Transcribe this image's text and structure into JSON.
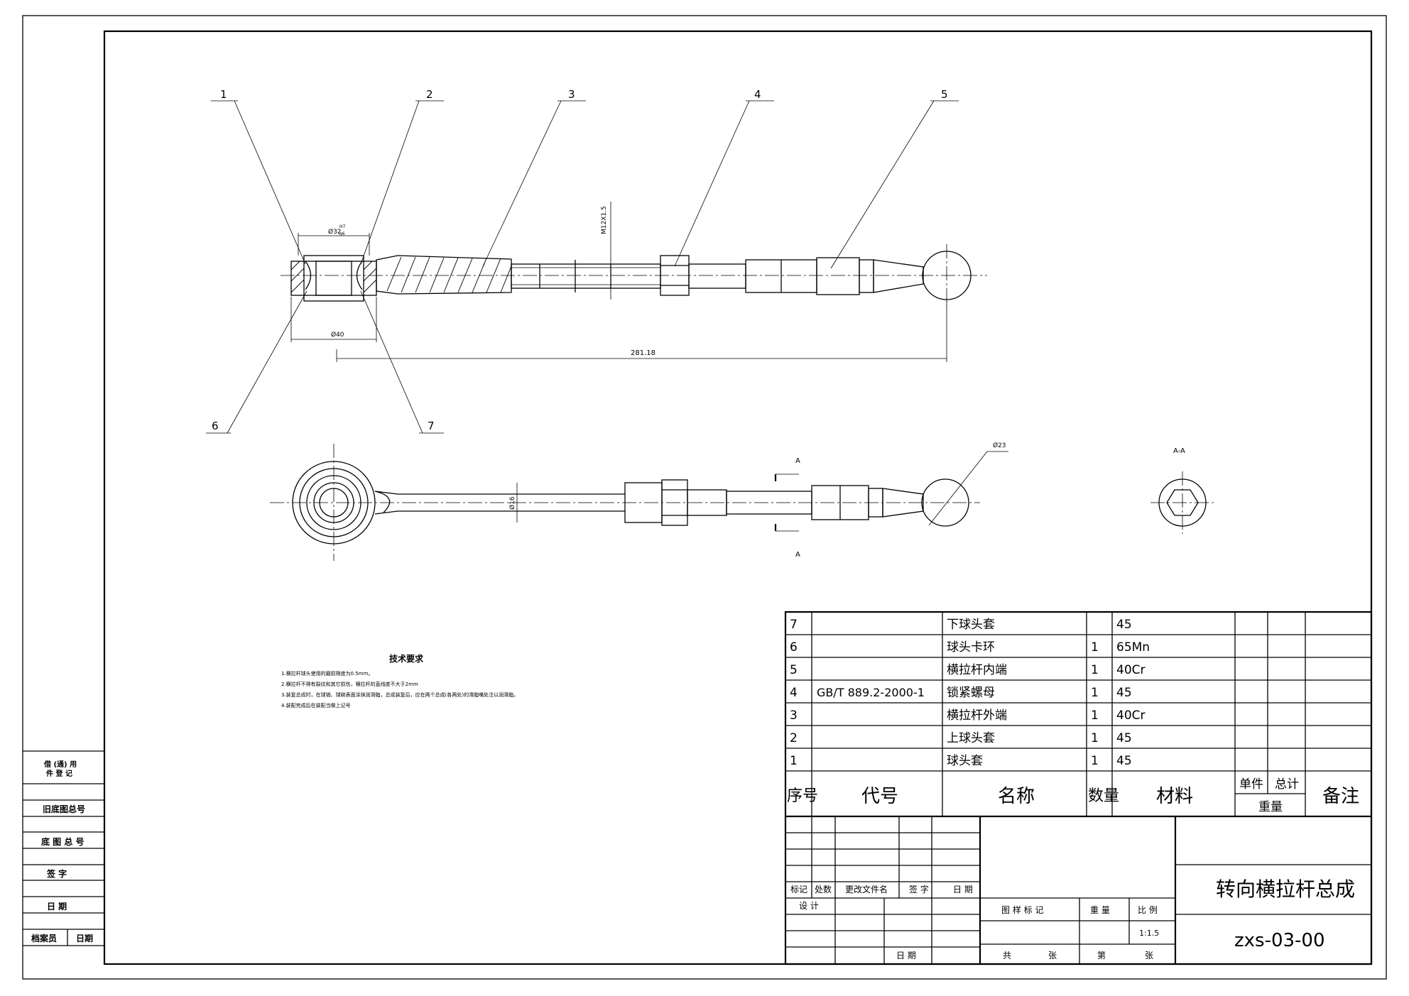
{
  "balloons": [
    "1",
    "2",
    "3",
    "4",
    "5",
    "6",
    "7"
  ],
  "dimensions": {
    "bore": "Ø32",
    "bore_tol_upper": "H7",
    "bore_tol_lower": "g6",
    "thread": "M12X1.5",
    "outer": "Ø40",
    "length": "281.18",
    "rod": "Ø16",
    "ball": "Ø23"
  },
  "section": {
    "mark": "A",
    "view_title": "A-A"
  },
  "tech_requirements": {
    "title": "技术要求",
    "items": [
      "1.横拉杆球头使用的磨损限度为0.5mm。",
      "2.横拉杆不得有裂纹和其它损伤，横拉杆的直线度不大于2mm",
      "3.装复总成时，在球销、球碗表面涂抹润滑脂，总成装复后，应在两个总成(各两处)的滑脂嘴处注以润滑脂。",
      "4.装配完成后在装配当做上记号"
    ]
  },
  "bom": {
    "rows": [
      {
        "no": "7",
        "code": "",
        "name": "下球头套",
        "qty": "",
        "material": "45"
      },
      {
        "no": "6",
        "code": "",
        "name": "球头卡环",
        "qty": "1",
        "material": "65Mn"
      },
      {
        "no": "5",
        "code": "",
        "name": "横拉杆内端",
        "qty": "1",
        "material": "40Cr"
      },
      {
        "no": "4",
        "code": "GB/T 889.2-2000-1",
        "name": "锁紧螺母",
        "qty": "1",
        "material": "45"
      },
      {
        "no": "3",
        "code": "",
        "name": "横拉杆外端",
        "qty": "1",
        "material": "40Cr"
      },
      {
        "no": "2",
        "code": "",
        "name": "上球头套",
        "qty": "1",
        "material": "45"
      },
      {
        "no": "1",
        "code": "",
        "name": "球头套",
        "qty": "1",
        "material": "45"
      }
    ],
    "header": {
      "no": "序号",
      "code": "代号",
      "name": "名称",
      "qty": "数量",
      "material": "材料",
      "unit": "单件",
      "total": "总计",
      "weight": "重量",
      "remark": "备注"
    }
  },
  "title_block": {
    "mark": "标记",
    "count": "处数",
    "change_doc": "更改文件名",
    "sign": "签 字",
    "date": "日 期",
    "design": "设 计",
    "date2": "日 期",
    "sample_mark": "图 样 标 记",
    "weight": "重 量",
    "scale_label": "比 例",
    "scale": "1:1.5",
    "total": "共",
    "sheets": "张",
    "page": "第",
    "sheet2": "张",
    "part_name": "转向横拉杆总成",
    "drawing_no": "zxs-03-00"
  },
  "side_block": {
    "borrow": "借 (通) 用\n件 登 记",
    "old_base": "旧底图总号",
    "base_no": "底 图 总 号",
    "signature": "签 字",
    "date": "日 期",
    "archivist": "档案员",
    "archivist_date": "日期"
  }
}
